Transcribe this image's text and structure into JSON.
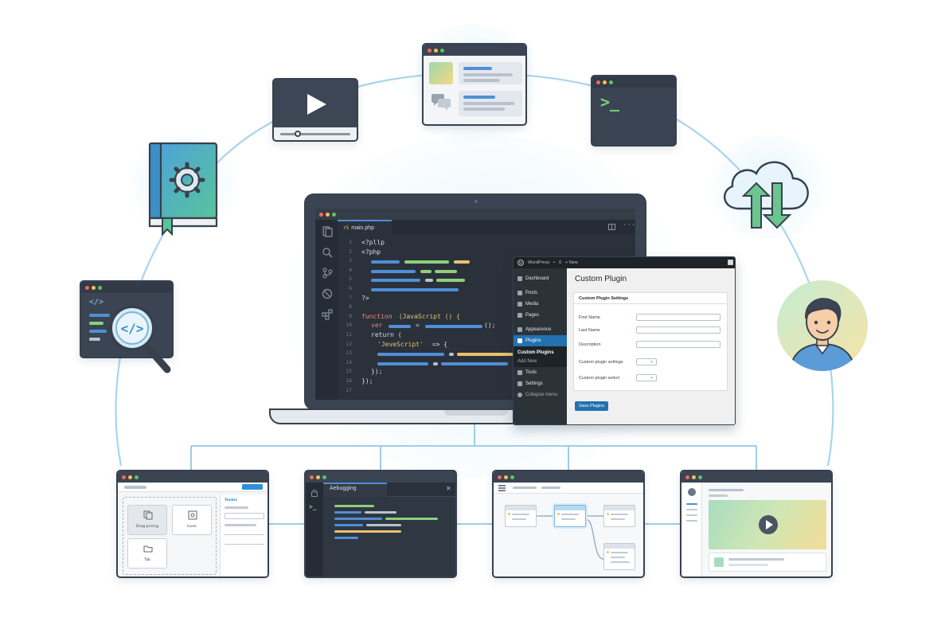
{
  "editor": {
    "tab_label": "main.php",
    "tab_glyph": "r5",
    "line_numbers": [
      "1",
      "2",
      "3",
      "4",
      "5",
      "6",
      "7",
      "8",
      "9",
      "10",
      "11",
      "12",
      "13",
      "14",
      "15",
      "16",
      "17"
    ],
    "lines": {
      "l1": "<?pllp",
      "l2": "<?php",
      "l7": "?>",
      "l9_kw": "function",
      "l9_rest": " (JavaScript () {",
      "l10": "ver",
      "l10_eq": "=",
      "l10_end": "();",
      "l11": "return (",
      "l12_str": "'JeveScript'",
      "l12_rest": " => {",
      "l15": "});",
      "l16": "});"
    },
    "colors": {
      "bg": "#2b313b",
      "accent_blue": "#4f8fd6",
      "accent_green": "#8fcf7a",
      "accent_yellow": "#e8c36d"
    }
  },
  "wordpress": {
    "topbar_title": "WordPress",
    "topbar_comments": "0",
    "topbar_new": "+ New",
    "menu": [
      {
        "label": "Dashboard"
      },
      {
        "label": "Posts"
      },
      {
        "label": "Media"
      },
      {
        "label": "Pages"
      },
      {
        "label": "Appearence"
      },
      {
        "label": "Plugins"
      },
      {
        "label": "Tools"
      },
      {
        "label": "Settings"
      },
      {
        "label": "Collapse menu"
      }
    ],
    "submenu": [
      "Custom Plugins",
      "Add New"
    ],
    "page_title": "Custom Plugin",
    "panel_title": "Custom Plugin Settings",
    "fields": {
      "first_name": "First Name",
      "last_name": "Last Name",
      "description": "Description",
      "settings": "Custom plugin settings",
      "select": "Custom plugin select"
    },
    "save_button": "Save Plugins",
    "accent": "#2271b1"
  },
  "tools": {
    "terminal_prompt": ">_",
    "code_tag": "</>"
  },
  "bottom_panels": {
    "builder": {
      "tile1": "Drag pricing",
      "tile2": "Icons",
      "tile3": "Tab",
      "side_label": "Tenkis"
    },
    "debug": {
      "title": "Aebugging",
      "close": "✕",
      "prompt": ">_"
    }
  }
}
